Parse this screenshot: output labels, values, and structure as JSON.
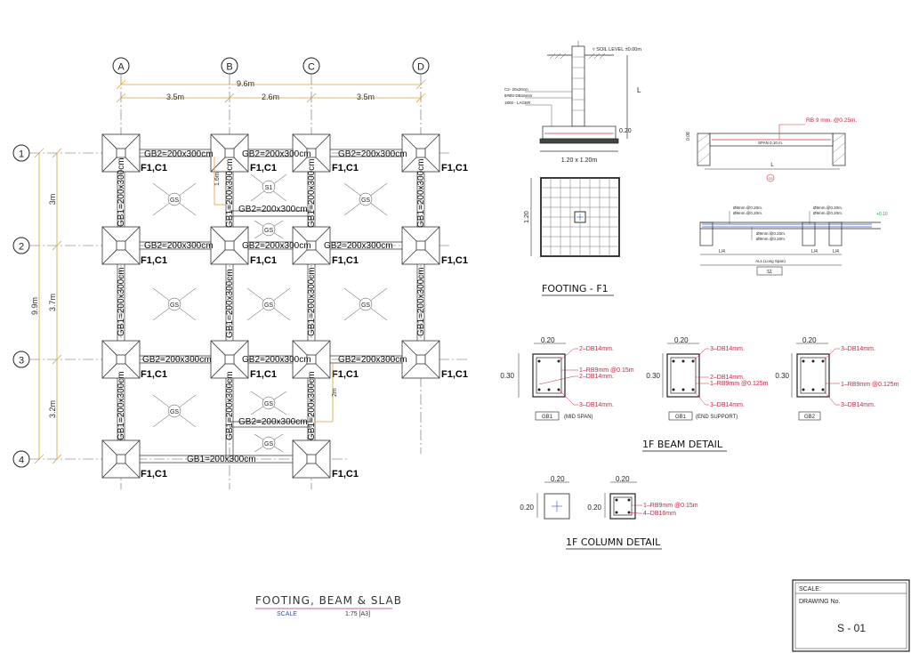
{
  "plan": {
    "grid_cols": [
      "A",
      "B",
      "C",
      "D"
    ],
    "grid_rows": [
      "1",
      "2",
      "3",
      "4"
    ],
    "dim_total": "9.6m",
    "dim_spans": [
      "3.5m",
      "2.6m",
      "3.5m"
    ],
    "dim_total_v": "9.9m",
    "dim_spans_v": [
      "3m",
      "3.7m",
      "3.2m"
    ],
    "footing_label": "F1,C1",
    "gb1": "GB1=200x300cm",
    "gb2": "GB2=200x300cm",
    "slab_gs": "GS",
    "slab_s1": "S1",
    "dim_16": "1.6m",
    "dim_2": "2m"
  },
  "footing_section": {
    "soil_level": "▿ SOIL LEVEL ±0.00m",
    "col_note": "C2- 20x20cm",
    "rebar_note": "8#Ø2-DB16mm",
    "lean_note": "1800 - LAGER",
    "dim_l": "L",
    "dim_020": "0.20",
    "dim_base": "1.20 x 1.20m"
  },
  "footing_plan": {
    "dim_side": "1.20",
    "title": "FOOTING -  F1"
  },
  "slab_detail": {
    "rb_note": "RB 9 mm. @0.25m.",
    "thick": "0.08",
    "span_note": "SPAN 0.10 m.",
    "dim_l": "L",
    "tag": "GS",
    "n1": "Ø9mm.@0.20m.",
    "n2": "Ø9mm.@0.20m.",
    "n3": "Ø9mm.@0.20m.",
    "n4": "Ø9mm.@0.20m.",
    "n5": "Ø9mm.@0.20m.",
    "n6": "Ø9mm.@0.20m.",
    "lvl": "+0.10",
    "l4a": "L/4",
    "l4b": "L/4",
    "l4c": "L/4",
    "span_long": "ALL (Long Span)",
    "tag2": "S1"
  },
  "beam_detail": {
    "title": "1F  BEAM  DETAIL",
    "beams": [
      {
        "w": "0.20",
        "h": "0.30",
        "top": "2–DB14mm.",
        "stir": "1–RB9mm  @0.15m",
        "mid": "2–DB14mm.",
        "bot": "3–DB14mm.",
        "tag": "GB1",
        "sub": "(MID SPAN)"
      },
      {
        "w": "0.20",
        "h": "0.30",
        "top": "3–DB14mm.",
        "stir": "1–RB9mm  @0.125m",
        "mid": "2–DB14mm.",
        "bot": "3–DB14mm.",
        "tag": "GB1",
        "sub": "(END SUPPORT)"
      },
      {
        "w": "0.20",
        "h": "0.30",
        "top": "3–DB14mm.",
        "stir": "1–RB9mm  @0.125m",
        "mid": "",
        "bot": "3–DB14mm.",
        "tag": "GB2",
        "sub": ""
      }
    ]
  },
  "column_detail": {
    "title": "1F COLUMN  DETAIL",
    "w": "0.20",
    "h": "0.20",
    "stir": "1–RB9mm  @0.15m",
    "main": "4–DB16mm"
  },
  "drawing_title": {
    "title": "FOOTING, BEAM & SLAB",
    "scale_label": "SCALE",
    "scale_value": "1:75 [A3]"
  },
  "title_block": {
    "scale": "SCALE:",
    "drawing_no_label": "DRAWING No.",
    "drawing_no": "S - 01"
  },
  "colors": {
    "dimension": "#e0a030",
    "rebar_note": "#d0203a",
    "line": "#222222",
    "scale_blue": "#3050c0",
    "dim_green": "#20a040"
  }
}
